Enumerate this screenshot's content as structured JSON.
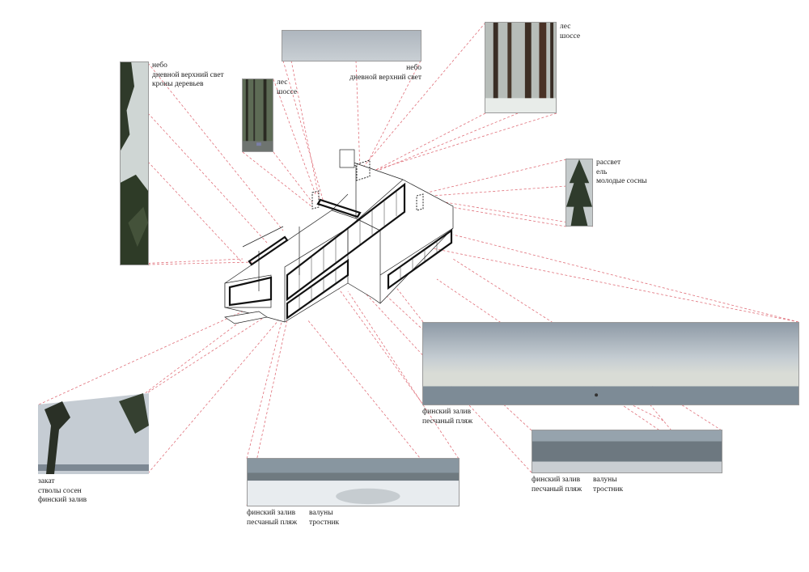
{
  "captions": {
    "sky_left": [
      "небо",
      "дневной верхний свет",
      "кроны деревьев"
    ],
    "forest_small": [
      "лес",
      "шоссе"
    ],
    "sky_top": [
      "небо",
      "дневной верхний свет"
    ],
    "forest_top": [
      "лес",
      "шоссе"
    ],
    "dawn_spruce": [
      "рассвет",
      "ель",
      "молодые сосны"
    ],
    "gulf_wide": [
      "финский залив",
      "песчаный пляж"
    ],
    "sunset_pines": [
      "закат",
      "стволы сосен",
      "финский залив"
    ],
    "beach_center_a": [
      "финский залив",
      "песчаный пляж"
    ],
    "beach_center_b": [
      "валуны",
      "тростник"
    ],
    "beach_right_a": [
      "финский залив",
      "песчаный пляж"
    ],
    "beach_right_b": [
      "валуны",
      "тростник"
    ]
  },
  "colors": {
    "sightline": "#e0707a",
    "building_line": "#222222",
    "photo_border": "#9a9a9a",
    "sky": "#b9c4ce",
    "sea": "#7d8b96",
    "forest": "#3f4a35"
  }
}
